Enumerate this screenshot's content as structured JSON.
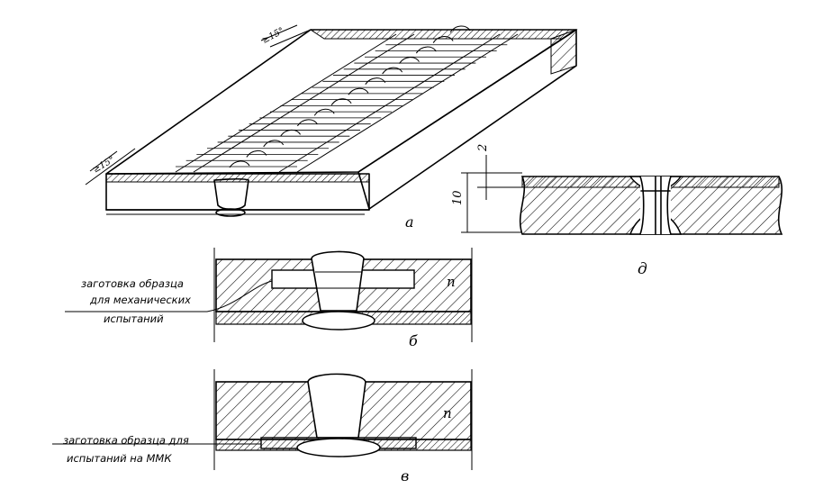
{
  "labels": {
    "a": "а",
    "b": "б",
    "v": "в",
    "d": "д",
    "p1": "п",
    "p2": "п"
  },
  "angles": {
    "top": "≥15°",
    "bottom": "≥15°"
  },
  "dimensions": {
    "thickness": "10",
    "gap": "2"
  },
  "notes": {
    "b_line1": "заготовка образца",
    "b_line2": "для механических",
    "b_line3": "испытаний",
    "v_line1": "заготовка образца для",
    "v_line2": "испытаний на ММК"
  },
  "colors": {
    "ink": "#000000",
    "paper": "#ffffff"
  }
}
